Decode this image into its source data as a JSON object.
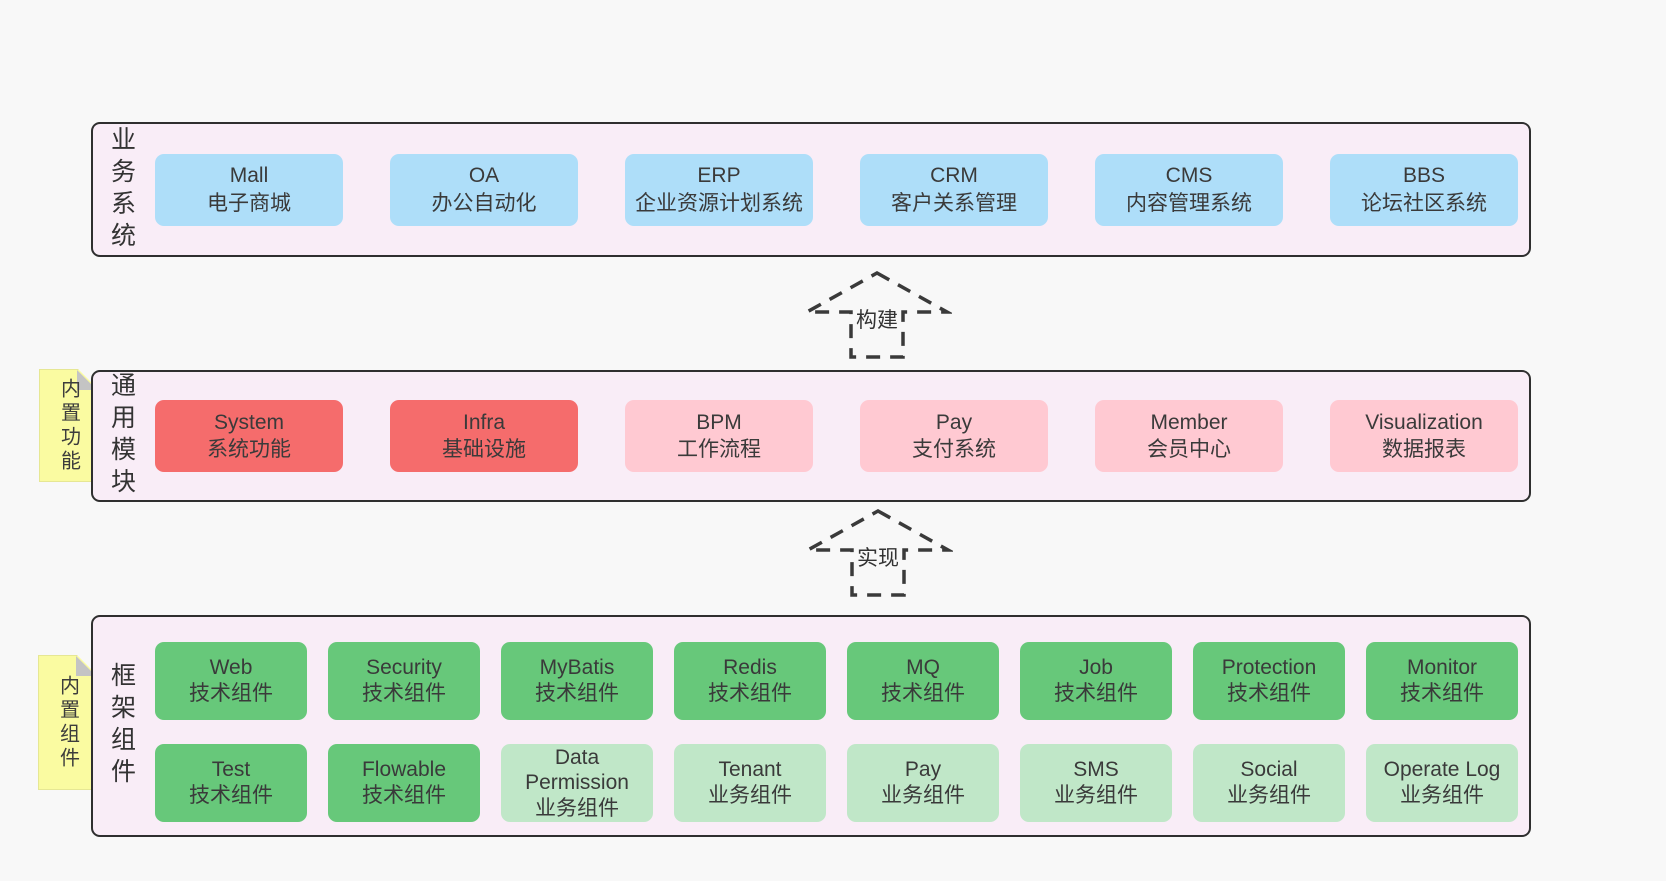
{
  "colors": {
    "page_bg": "#f8f8f8",
    "panel_bg": "#f9edf7",
    "panel_border": "#2f2f2f",
    "blue": "#aedef9",
    "red": "#f56c6c",
    "pink": "#ffc9d2",
    "green": "#67c87a",
    "green_light": "#c0e7c8",
    "yellow": "#fafba1",
    "fold_gray": "#c4c4c4",
    "text": "#363636"
  },
  "notes": {
    "features": "内置功能",
    "components": "内置组件"
  },
  "arrows": {
    "build": "构建",
    "implement": "实现"
  },
  "sections": {
    "business": {
      "side_label": "业务系统",
      "items": [
        {
          "en": "Mall",
          "zh": "电子商城"
        },
        {
          "en": "OA",
          "zh": "办公自动化"
        },
        {
          "en": "ERP",
          "zh": "企业资源计划系统"
        },
        {
          "en": "CRM",
          "zh": "客户关系管理"
        },
        {
          "en": "CMS",
          "zh": "内容管理系统"
        },
        {
          "en": "BBS",
          "zh": "论坛社区系统"
        }
      ]
    },
    "modules": {
      "side_label": "通用模块",
      "items": [
        {
          "en": "System",
          "zh": "系统功能"
        },
        {
          "en": "Infra",
          "zh": "基础设施"
        },
        {
          "en": "BPM",
          "zh": "工作流程"
        },
        {
          "en": "Pay",
          "zh": "支付系统"
        },
        {
          "en": "Member",
          "zh": "会员中心"
        },
        {
          "en": "Visualization",
          "zh": "数据报表"
        }
      ]
    },
    "components": {
      "side_label": "框架组件",
      "row1": [
        {
          "en": "Web",
          "zh": "技术组件"
        },
        {
          "en": "Security",
          "zh": "技术组件"
        },
        {
          "en": "MyBatis",
          "zh": "技术组件"
        },
        {
          "en": "Redis",
          "zh": "技术组件"
        },
        {
          "en": "MQ",
          "zh": "技术组件"
        },
        {
          "en": "Job",
          "zh": "技术组件"
        },
        {
          "en": "Protection",
          "zh": "技术组件"
        },
        {
          "en": "Monitor",
          "zh": "技术组件"
        }
      ],
      "row2": [
        {
          "en": "Test",
          "zh": "技术组件"
        },
        {
          "en": "Flowable",
          "zh": "技术组件"
        },
        {
          "en": "Data Permission",
          "zh": "业务组件"
        },
        {
          "en": "Tenant",
          "zh": "业务组件"
        },
        {
          "en": "Pay",
          "zh": "业务组件"
        },
        {
          "en": "SMS",
          "zh": "业务组件"
        },
        {
          "en": "Social",
          "zh": "业务组件"
        },
        {
          "en": "Operate Log",
          "zh": "业务组件"
        }
      ]
    }
  }
}
